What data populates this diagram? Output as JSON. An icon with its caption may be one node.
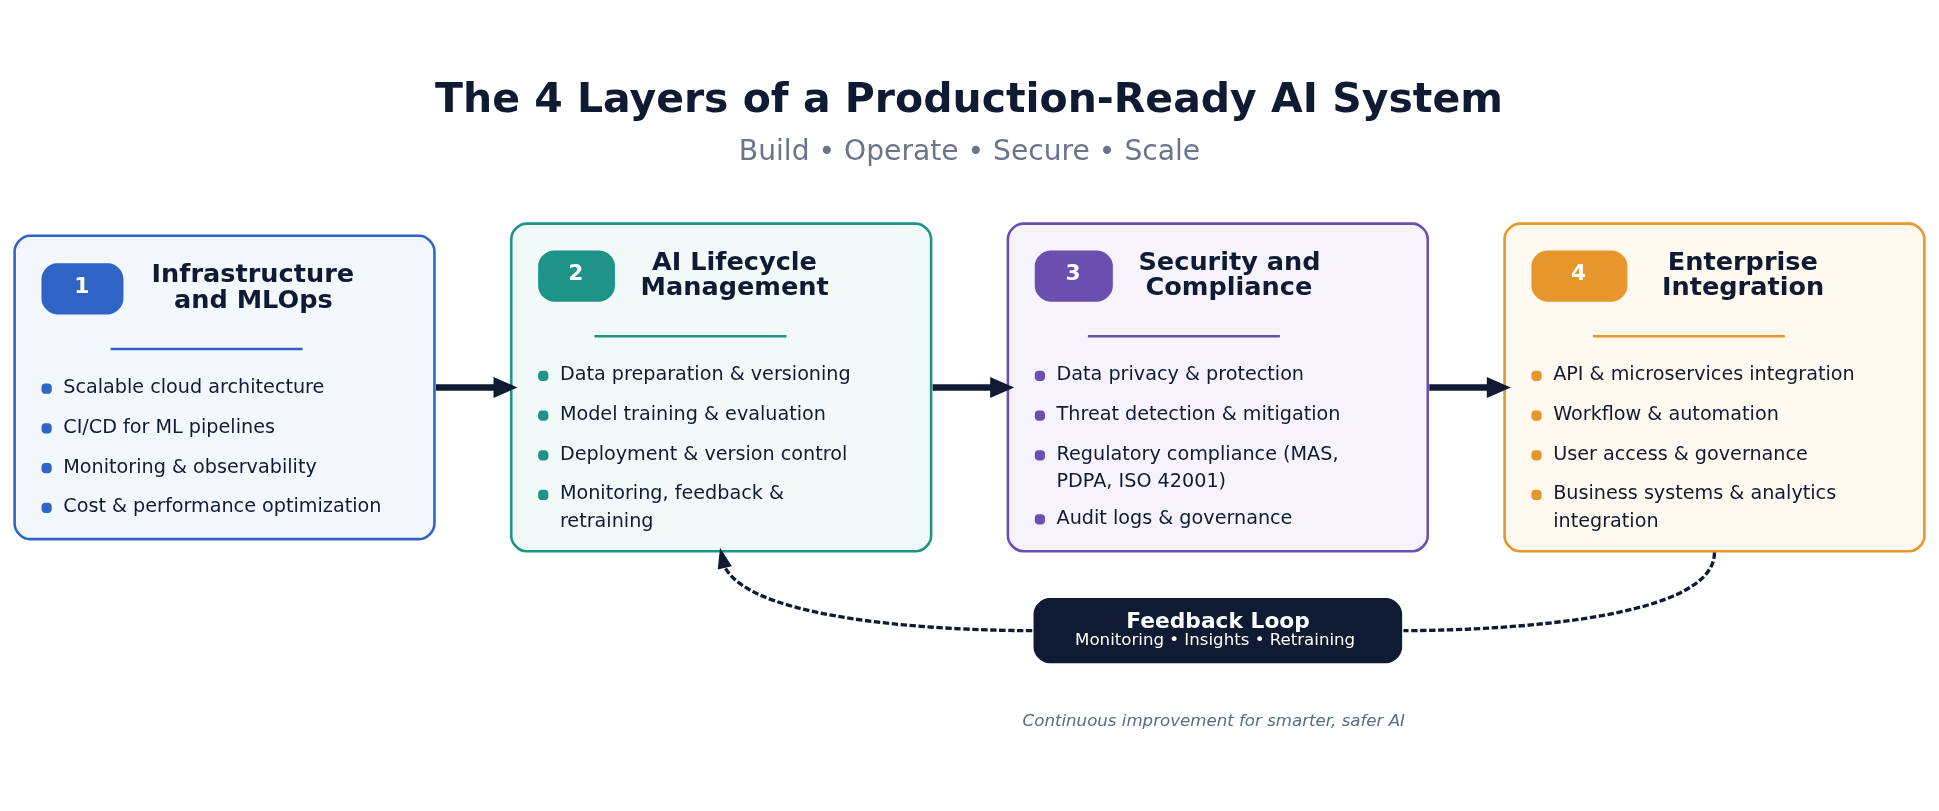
{
  "diagram": {
    "title": "The 4 Layers of a Production-Ready AI System",
    "nodes": [
      {
        "text": [
          "1",
          "Infrastructure and MLOps",
          "Scalable cloud architecture",
          "CI/CD for ML pipelines",
          "Monitoring & observability",
          "Cost & performance optimization"
        ]
      },
      {
        "text": [
          "2",
          "AI Lifecycle Management",
          "Data preparation & versioning",
          "Model training & evaluation",
          "Deployment & version control",
          "Monitoring, feedback & retraining"
        ]
      },
      {
        "text": [
          "3",
          "Security and Compliance",
          "Data privacy & protection",
          "Threat detection & mitigation",
          "Regulatory compliance (MAS, PDPA, ISO 42001)",
          "Audit logs & governance"
        ]
      },
      {
        "text": [
          "4",
          "Enterprise Integration",
          "API & microservices integration",
          "Workflow & automation",
          "User access & governance",
          "Business systems & analytics integration"
        ]
      },
      {
        "text": [
          "Feedback Loop",
          "Monitoring • Insights • Retraining"
        ],
        "beside": [
          "Continuous improvement for smarter, safer AI"
        ]
      }
    ],
    "edges": [
      {
        "from": 0,
        "to": 1,
        "arrow": "to"
      },
      {
        "from": 1,
        "to": 2,
        "arrow": "to"
      },
      {
        "from": 2,
        "to": 3,
        "arrow": "to"
      },
      {
        "from": 3,
        "to": 4,
        "arrow": "none",
        "style": "dashed"
      },
      {
        "from": 4,
        "to": 1,
        "arrow": "to",
        "style": "dashed"
      }
    ],
    "labels": [
      "Build • Operate • Secure • Scale"
    ]
  }
}
